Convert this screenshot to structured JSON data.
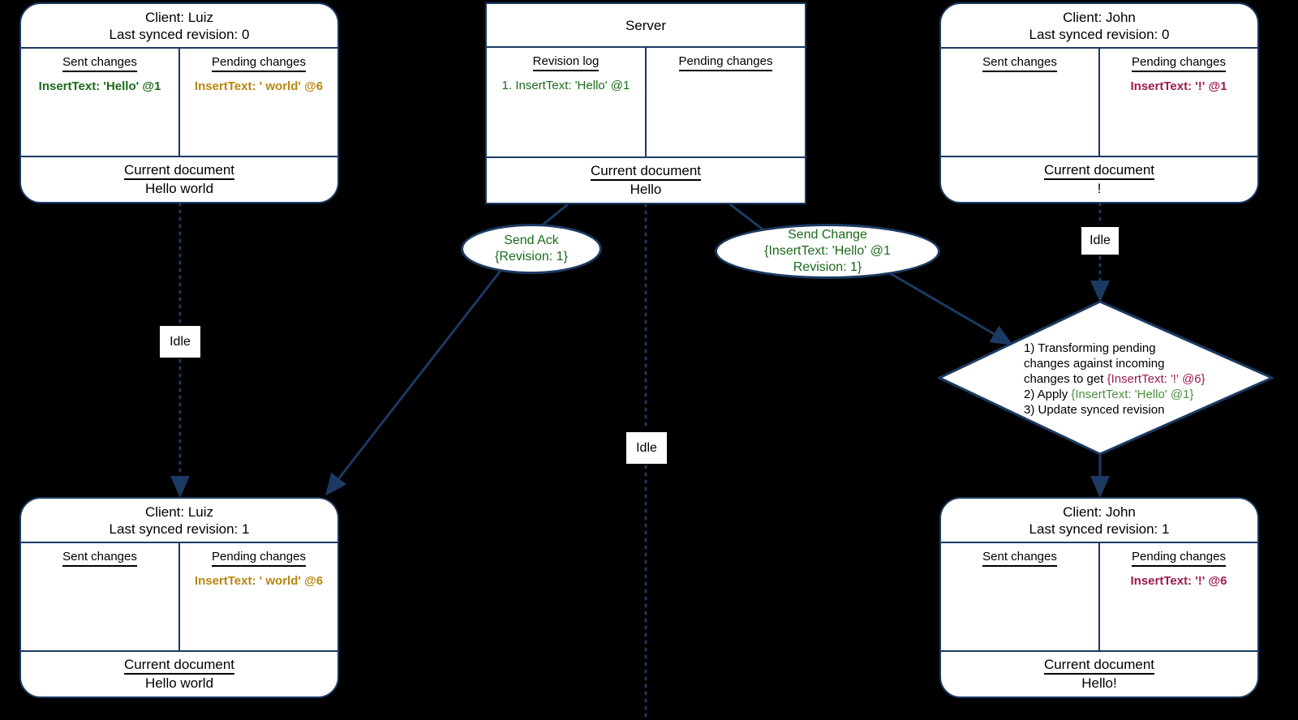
{
  "theme": {
    "background": "#000000",
    "node_fill": "#ffffff",
    "node_stroke": "#1b3a63",
    "edge_color": "#1b3a63",
    "text_color": "#000000",
    "green": "#1a6b1a",
    "gold": "#b8860b",
    "maroon": "#9b1b50",
    "diamond_green": "#4a8f3c"
  },
  "nodes": {
    "client_luiz_top": {
      "title": "Client: Luiz\nLast synced revision: 0",
      "left_column_header": "Sent changes",
      "right_column_header": "Pending changes",
      "left_column_items": [
        "InsertText: 'Hello' @1"
      ],
      "right_column_items": [
        "InsertText: ' world' @6"
      ],
      "document_label": "Current document",
      "document_value": "Hello world"
    },
    "server_top": {
      "title": "Server",
      "left_column_header": "Revision log",
      "right_column_header": "Pending changes",
      "left_column_items": [
        "1. InsertText: 'Hello' @1"
      ],
      "right_column_items": [],
      "document_label": "Current document",
      "document_value": "Hello"
    },
    "client_john_top": {
      "title": "Client: John\nLast synced revision: 0",
      "left_column_header": "Sent changes",
      "right_column_header": "Pending changes",
      "left_column_items": [],
      "right_column_items": [
        "InsertText: '!' @1"
      ],
      "document_label": "Current document",
      "document_value": "!"
    },
    "client_luiz_bottom": {
      "title": "Client: Luiz\nLast synced revision: 1",
      "left_column_header": "Sent changes",
      "right_column_header": "Pending changes",
      "left_column_items": [],
      "right_column_items": [
        "InsertText: ' world' @6"
      ],
      "document_label": "Current document",
      "document_value": "Hello world"
    },
    "client_john_bottom": {
      "title": "Client: John\nLast synced revision: 1",
      "left_column_header": "Sent changes",
      "right_column_header": "Pending changes",
      "left_column_items": [],
      "right_column_items": [
        "InsertText: '!' @6"
      ],
      "document_label": "Current document",
      "document_value": "Hello!"
    }
  },
  "messages": {
    "send_ack": "Send Ack\n{Revision: 1}",
    "send_change": "Send Change\n{InsertText: 'Hello' @1\nRevision: 1}"
  },
  "idle_states": {
    "luiz": "Idle",
    "server": "Idle",
    "john": "Idle"
  },
  "decision": {
    "line1": "1) Transforming pending",
    "line2": "changes against incoming",
    "line3_prefix": "changes to get ",
    "line3_token": "{InsertText: '!' @6}",
    "line4_prefix": "2) Apply ",
    "line4_token": "{InsertText: 'Hello' @1}",
    "line5": "3) Update synced revision"
  }
}
